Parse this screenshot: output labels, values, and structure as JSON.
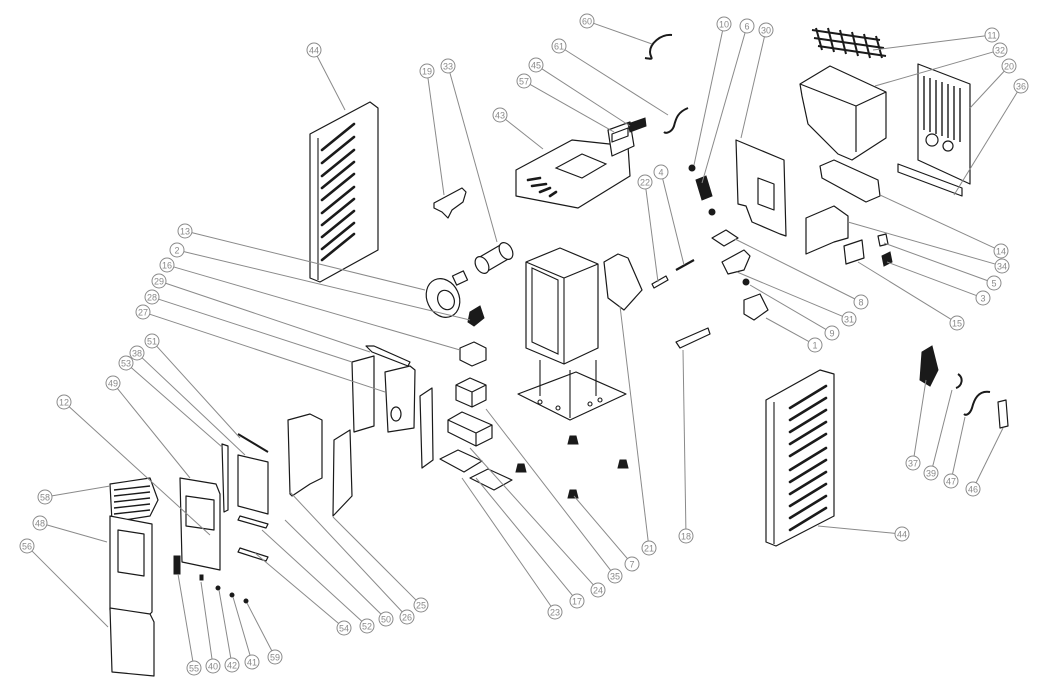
{
  "title": "Exploded parts diagram",
  "callouts": [
    {
      "label": "44",
      "c": [
        314,
        50
      ],
      "t": [
        345,
        110
      ]
    },
    {
      "label": "19",
      "c": [
        427,
        71
      ],
      "t": [
        444,
        195
      ]
    },
    {
      "label": "33",
      "c": [
        448,
        66
      ],
      "t": [
        497,
        242
      ]
    },
    {
      "label": "13",
      "c": [
        185,
        231
      ],
      "t": [
        425,
        290
      ]
    },
    {
      "label": "2",
      "c": [
        177,
        250
      ],
      "t": [
        470,
        320
      ]
    },
    {
      "label": "16",
      "c": [
        167,
        265
      ],
      "t": [
        460,
        350
      ]
    },
    {
      "label": "29",
      "c": [
        159,
        281
      ],
      "t": [
        370,
        352
      ]
    },
    {
      "label": "28",
      "c": [
        152,
        297
      ],
      "t": [
        352,
        362
      ]
    },
    {
      "label": "27",
      "c": [
        143,
        312
      ],
      "t": [
        385,
        392
      ]
    },
    {
      "label": "51",
      "c": [
        152,
        341
      ],
      "t": [
        240,
        438
      ]
    },
    {
      "label": "38",
      "c": [
        137,
        353
      ],
      "t": [
        245,
        455
      ]
    },
    {
      "label": "53",
      "c": [
        126,
        363
      ],
      "t": [
        222,
        447
      ]
    },
    {
      "label": "49",
      "c": [
        113,
        383
      ],
      "t": [
        190,
        478
      ]
    },
    {
      "label": "12",
      "c": [
        64,
        402
      ],
      "t": [
        210,
        535
      ]
    },
    {
      "label": "58",
      "c": [
        45,
        497
      ],
      "t": [
        110,
        486
      ]
    },
    {
      "label": "48",
      "c": [
        40,
        523
      ],
      "t": [
        107,
        542
      ]
    },
    {
      "label": "56",
      "c": [
        27,
        546
      ],
      "t": [
        108,
        627
      ]
    },
    {
      "label": "55",
      "c": [
        194,
        668
      ],
      "t": [
        178,
        574
      ]
    },
    {
      "label": "40",
      "c": [
        213,
        666
      ],
      "t": [
        201,
        582
      ]
    },
    {
      "label": "42",
      "c": [
        232,
        665
      ],
      "t": [
        219,
        590
      ]
    },
    {
      "label": "41",
      "c": [
        252,
        662
      ],
      "t": [
        233,
        597
      ]
    },
    {
      "label": "59",
      "c": [
        275,
        657
      ],
      "t": [
        247,
        603
      ]
    },
    {
      "label": "54",
      "c": [
        344,
        628
      ],
      "t": [
        255,
        553
      ]
    },
    {
      "label": "52",
      "c": [
        367,
        626
      ],
      "t": [
        262,
        530
      ]
    },
    {
      "label": "50",
      "c": [
        386,
        619
      ],
      "t": [
        285,
        520
      ]
    },
    {
      "label": "26",
      "c": [
        407,
        617
      ],
      "t": [
        290,
        492
      ]
    },
    {
      "label": "25",
      "c": [
        421,
        605
      ],
      "t": [
        333,
        517
      ]
    },
    {
      "label": "23",
      "c": [
        555,
        612
      ],
      "t": [
        462,
        478
      ]
    },
    {
      "label": "17",
      "c": [
        577,
        601
      ],
      "t": [
        476,
        478
      ]
    },
    {
      "label": "24",
      "c": [
        598,
        590
      ],
      "t": [
        470,
        448
      ]
    },
    {
      "label": "35",
      "c": [
        615,
        576
      ],
      "t": [
        486,
        409
      ]
    },
    {
      "label": "7",
      "c": [
        632,
        564
      ],
      "t": [
        574,
        496
      ]
    },
    {
      "label": "21",
      "c": [
        649,
        548
      ],
      "t": [
        620,
        306
      ]
    },
    {
      "label": "18",
      "c": [
        686,
        536
      ],
      "t": [
        683,
        350
      ]
    },
    {
      "label": "60",
      "c": [
        587,
        21
      ],
      "t": [
        652,
        44
      ]
    },
    {
      "label": "61",
      "c": [
        559,
        46
      ],
      "t": [
        668,
        115
      ]
    },
    {
      "label": "45",
      "c": [
        536,
        65
      ],
      "t": [
        630,
        126
      ]
    },
    {
      "label": "57",
      "c": [
        524,
        81
      ],
      "t": [
        614,
        132
      ]
    },
    {
      "label": "43",
      "c": [
        500,
        115
      ],
      "t": [
        543,
        149
      ]
    },
    {
      "label": "10",
      "c": [
        724,
        24
      ],
      "t": [
        694,
        165
      ]
    },
    {
      "label": "6",
      "c": [
        747,
        26
      ],
      "t": [
        702,
        183
      ]
    },
    {
      "label": "30",
      "c": [
        766,
        30
      ],
      "t": [
        741,
        138
      ]
    },
    {
      "label": "22",
      "c": [
        645,
        182
      ],
      "t": [
        658,
        282
      ]
    },
    {
      "label": "4",
      "c": [
        661,
        172
      ],
      "t": [
        684,
        265
      ]
    },
    {
      "label": "11",
      "c": [
        992,
        35
      ],
      "t": [
        873,
        50
      ]
    },
    {
      "label": "32",
      "c": [
        1000,
        50
      ],
      "t": [
        875,
        86
      ]
    },
    {
      "label": "20",
      "c": [
        1009,
        66
      ],
      "t": [
        970,
        108
      ]
    },
    {
      "label": "36",
      "c": [
        1021,
        86
      ],
      "t": [
        954,
        195
      ]
    },
    {
      "label": "14",
      "c": [
        1001,
        251
      ],
      "t": [
        880,
        195
      ]
    },
    {
      "label": "34",
      "c": [
        1002,
        266
      ],
      "t": [
        848,
        222
      ]
    },
    {
      "label": "5",
      "c": [
        994,
        283
      ],
      "t": [
        884,
        243
      ]
    },
    {
      "label": "3",
      "c": [
        983,
        298
      ],
      "t": [
        887,
        262
      ]
    },
    {
      "label": "15",
      "c": [
        957,
        323
      ],
      "t": [
        858,
        262
      ]
    },
    {
      "label": "8",
      "c": [
        861,
        302
      ],
      "t": [
        735,
        239
      ]
    },
    {
      "label": "31",
      "c": [
        849,
        319
      ],
      "t": [
        737,
        272
      ]
    },
    {
      "label": "9",
      "c": [
        832,
        333
      ],
      "t": [
        750,
        285
      ]
    },
    {
      "label": "1",
      "c": [
        815,
        345
      ],
      "t": [
        766,
        318
      ]
    },
    {
      "label": "44",
      "c": [
        902,
        534
      ],
      "t": [
        818,
        526
      ]
    },
    {
      "label": "37",
      "c": [
        913,
        463
      ],
      "t": [
        926,
        380
      ]
    },
    {
      "label": "39",
      "c": [
        931,
        473
      ],
      "t": [
        952,
        390
      ]
    },
    {
      "label": "47",
      "c": [
        951,
        481
      ],
      "t": [
        965,
        417
      ]
    },
    {
      "label": "46",
      "c": [
        973,
        489
      ],
      "t": [
        1003,
        428
      ]
    }
  ]
}
